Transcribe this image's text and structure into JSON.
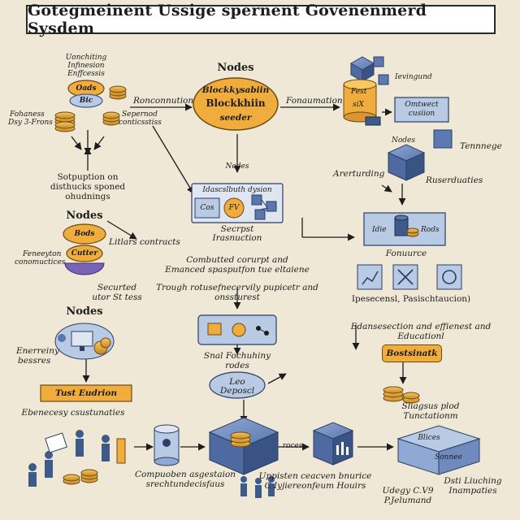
{
  "title": "Gotegmeinent Ussige spernent  Govenenmerd Sysdem",
  "central": {
    "nodes_label": "Nodes",
    "oval_line1": "Blockkysabiin",
    "oval_line2": "Blockkhiin",
    "oval_line3": "seeder",
    "left_note": "Ronconnution",
    "right_note": "Fonaumation"
  },
  "top_left": {
    "caption_1": "Uonchiting",
    "caption_2": "Infinesion",
    "caption_3": "Enffcessis",
    "coin_1": "Oads",
    "coin_2": "Bic",
    "left_note_1": "Fohaness",
    "left_note_2": "Dsy 3-Frons",
    "right_note_1": "Sepernod",
    "right_note_2": "conticsstiss",
    "bottom_1": "Sotpuption on",
    "bottom_2": "disthucks sponed",
    "bottom_3": "ohudnings"
  },
  "top_right": {
    "cube_label": "Ievingund",
    "box_1": "Fest",
    "box_2": "siX",
    "card_1": "Omtwect",
    "card_2": "cusiion"
  },
  "mid_right": {
    "nodes_label": "Nodes",
    "right_label": "Tennnege",
    "left_label": "Arerturding",
    "right_label_2": "Ruserduaties",
    "card_left": "Idie",
    "card_right": "Rods",
    "caption": "Fonuurce",
    "icons_caption": "Ipesecensl, Pasischtaucion)"
  },
  "center_mid": {
    "nodes_label": "Nodes",
    "panel_title": "Idascslbuth dysion",
    "panel_left": "Cos",
    "panel_mid": "FV",
    "caption_1": "Secrpst",
    "caption_2": "Irasnuction",
    "para_1": "Combutted corurpt and",
    "para_2": "Emanced spasputfon tue eltaiene",
    "para_3": "Trough rotusefnecervily pupicetr and",
    "para_4": "onssturest",
    "flow_1": "Snal Fochuhiny",
    "flow_2": "rodes",
    "bubble_1": "Leo",
    "bubble_2": "Deposcl"
  },
  "left_mid": {
    "nodes_label": "Nodes",
    "coin_top": "Bods",
    "coin_bot": "Cutter",
    "right_label": "Litlars contracts",
    "left_label_1": "Feneeyton",
    "left_label_2": "conomuctices",
    "secured_1": "Securted",
    "secured_2": "utor St tess"
  },
  "left_low": {
    "nodes_label": "Nodes",
    "left_1": "Enerreiny",
    "left_2": "bessres",
    "banner": "Tust Eudrion",
    "caption": "Ebenecesy csustunaties"
  },
  "right_low": {
    "para_1": "Edansesection and effienest and",
    "para_2": "Educationl",
    "badge": "Bostsinatk",
    "caption_1": "Sliagsus plod",
    "caption_2": "Tunctationm"
  },
  "bottom": {
    "left_caption_1": "Compuoben asgestaion",
    "left_caption_2": "srechtundecisfaus",
    "mid_label": "roces",
    "mid_caption_1": "Uppisten ceacven bnurice",
    "mid_caption_2": "C Iyjiereonfeum Houirs",
    "right_card_1": "Blices",
    "right_card_2": "Sonnee",
    "right_caption_1": "Udegy C.V9",
    "right_caption_2": "P.Jelumand",
    "far_right_1": "Dsti Liuching",
    "far_right_2": "Inampaties"
  },
  "colors": {
    "background": "#efe8d6",
    "gold": "#f0ac3c",
    "blue_card": "#b9cbe4",
    "navy": "#3d5a8a",
    "purple": "#7a63b5"
  }
}
